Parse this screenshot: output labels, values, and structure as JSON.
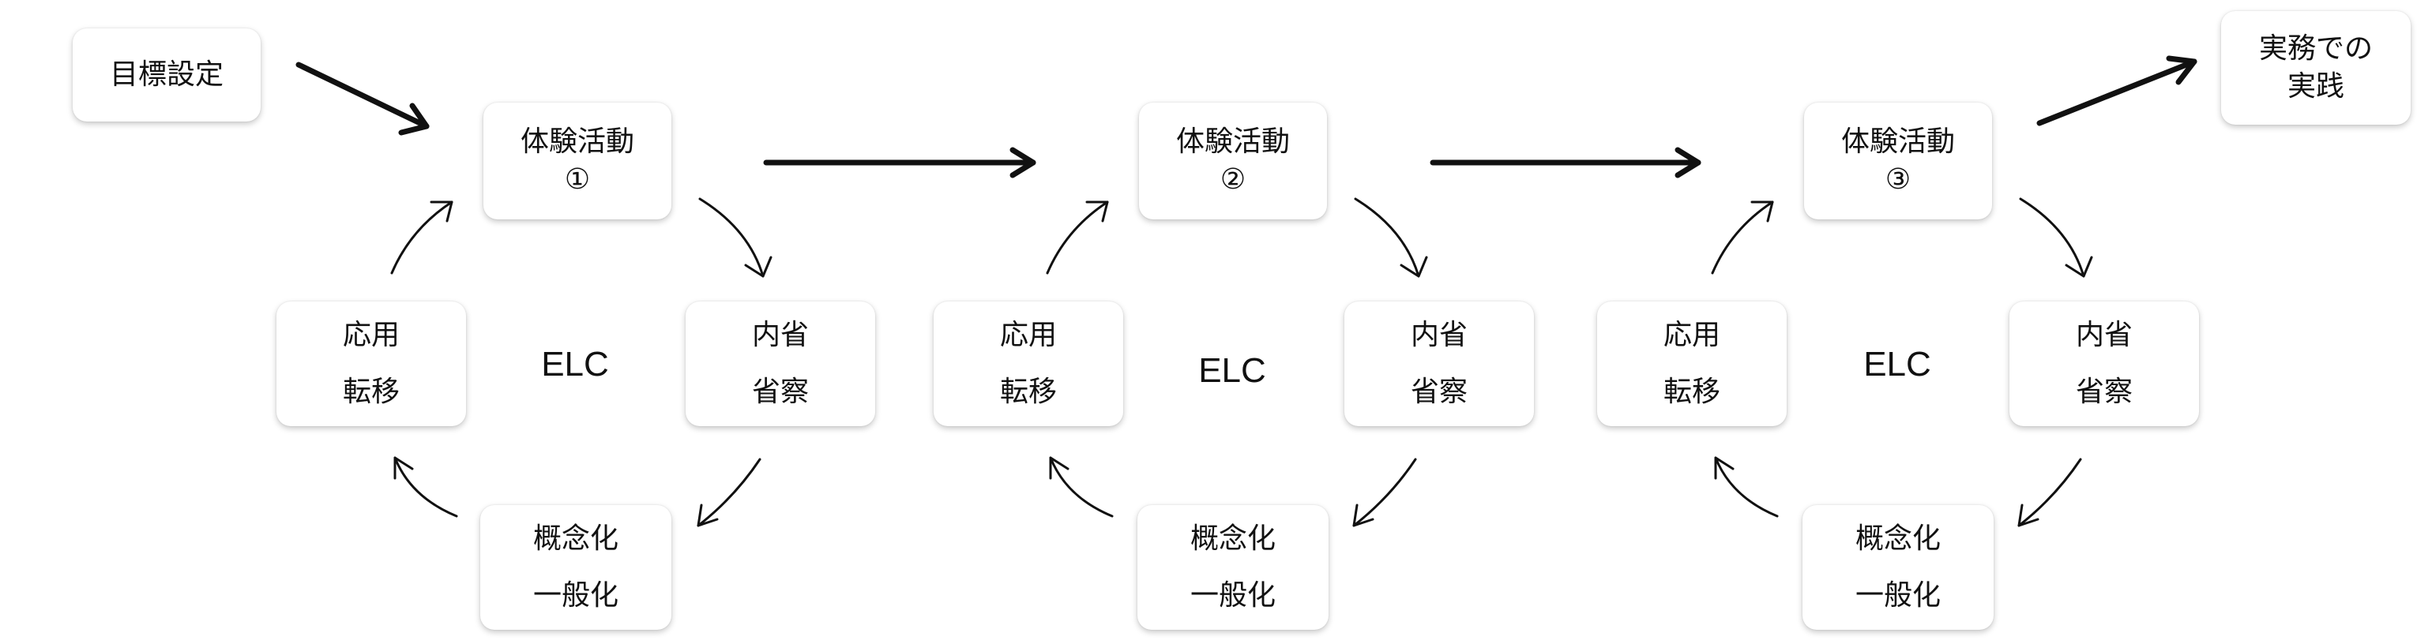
{
  "goal": {
    "line1": "目標設定"
  },
  "practice": {
    "line1": "実務での",
    "line2": "実践"
  },
  "cycles": [
    {
      "activity": {
        "line1": "体験活動",
        "line2": "①"
      },
      "reflection": {
        "line1": "内省",
        "line2": "省察"
      },
      "conceptualization": {
        "line1": "概念化",
        "line2": "一般化"
      },
      "application": {
        "line1": "応用",
        "line2": "転移"
      },
      "center_label": "ELC"
    },
    {
      "activity": {
        "line1": "体験活動",
        "line2": "②"
      },
      "reflection": {
        "line1": "内省",
        "line2": "省察"
      },
      "conceptualization": {
        "line1": "概念化",
        "line2": "一般化"
      },
      "application": {
        "line1": "応用",
        "line2": "転移"
      },
      "center_label": "ELC"
    },
    {
      "activity": {
        "line1": "体験活動",
        "line2": "③"
      },
      "reflection": {
        "line1": "内省",
        "line2": "省察"
      },
      "conceptualization": {
        "line1": "概念化",
        "line2": "一般化"
      },
      "application": {
        "line1": "応用",
        "line2": "転移"
      },
      "center_label": "ELC"
    }
  ]
}
